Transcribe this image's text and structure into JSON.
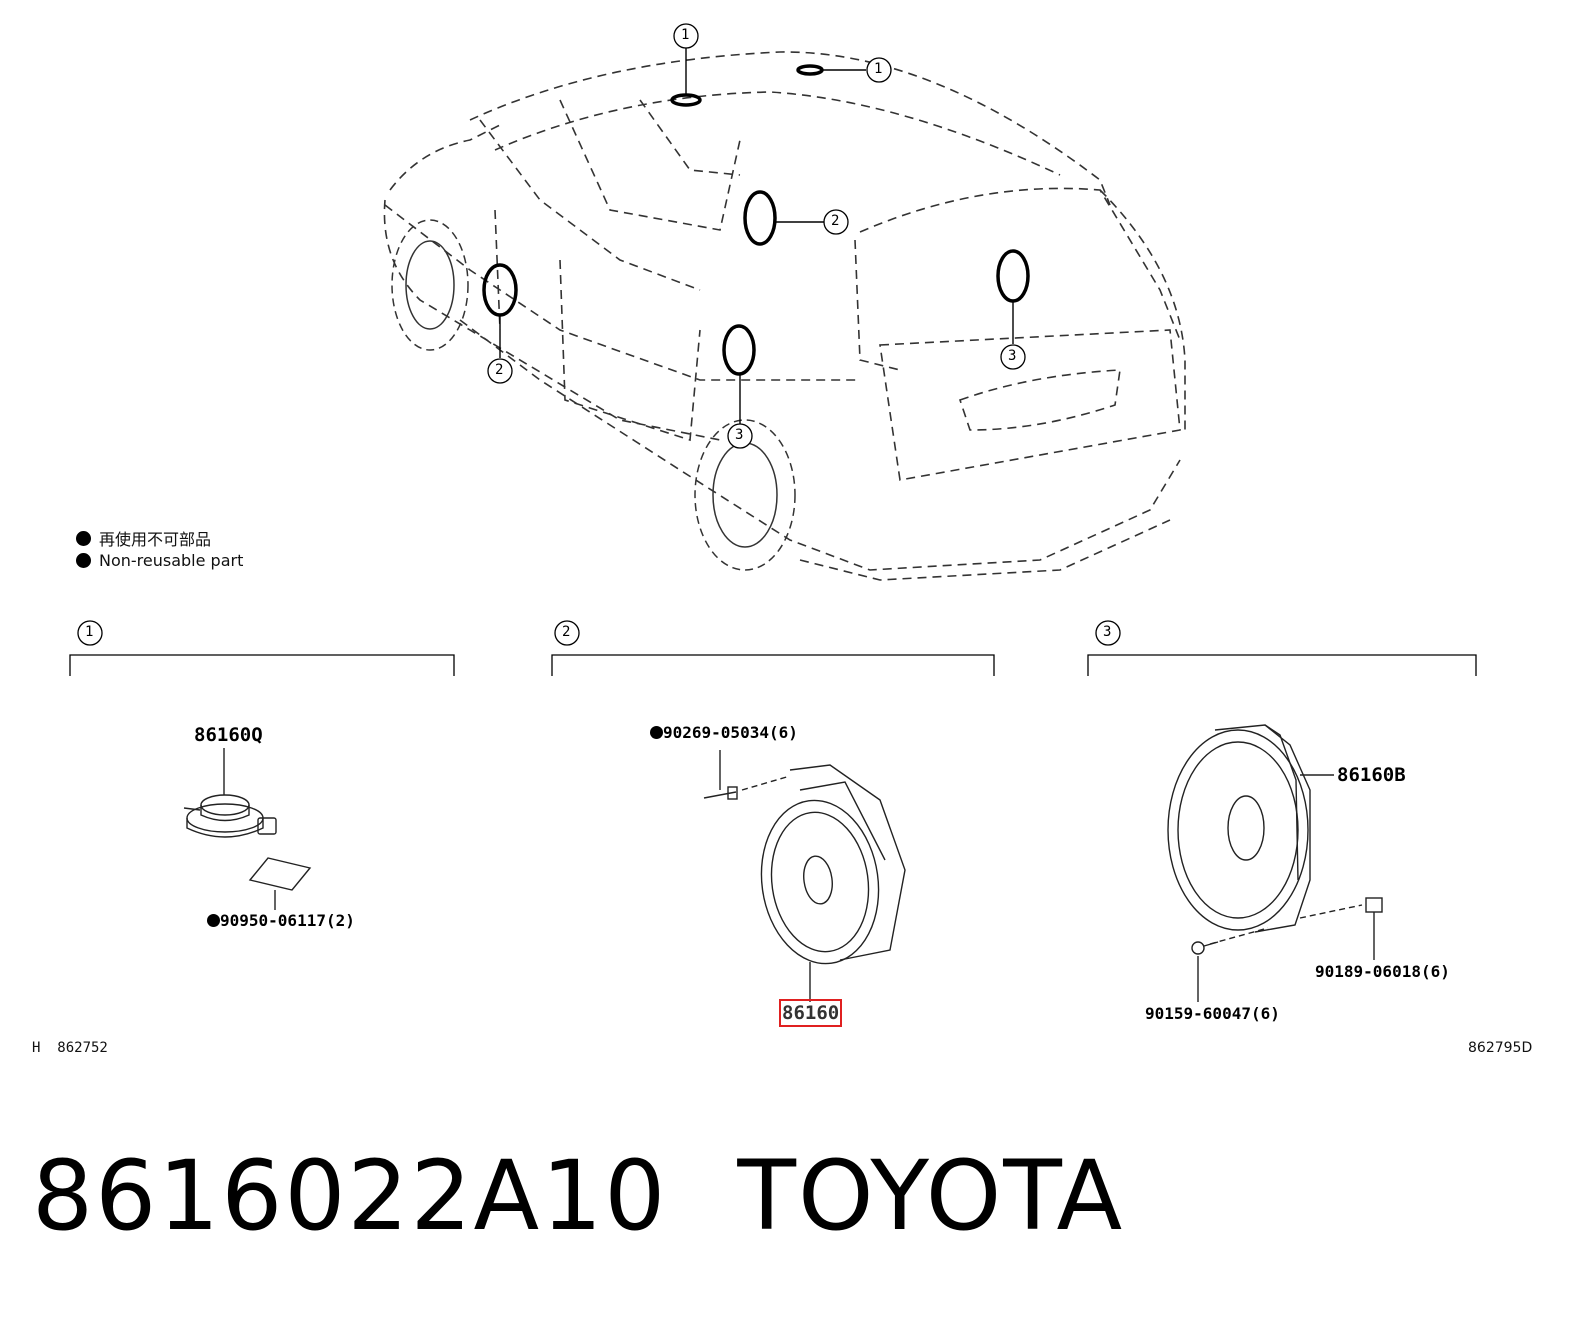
{
  "legend": {
    "marker_color": "#000000",
    "items": [
      {
        "text": "再使用不可部品"
      },
      {
        "text": "Non-reusable part"
      }
    ]
  },
  "callouts": {
    "one": "1",
    "two": "2",
    "three": "3"
  },
  "groups": [
    {
      "number": "1"
    },
    {
      "number": "2"
    },
    {
      "number": "3"
    }
  ],
  "parts": {
    "tweeter": "86160Q",
    "tweeter_pad": "90950-06117(2)",
    "door_screw": "90269-05034(6)",
    "door_speaker": "86160",
    "rear_speaker": "86160B",
    "rear_nut": "90189-06018(6)",
    "rear_bolt": "90159-60047(6)"
  },
  "highlight_color": "#e02020",
  "footer": {
    "left_code": "H  862752",
    "right_code": "862795D"
  },
  "product": {
    "part_number": "8616022A10",
    "brand": "TOYOTA"
  }
}
